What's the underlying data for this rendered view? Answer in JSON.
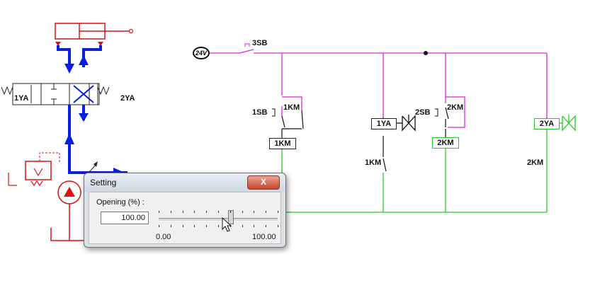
{
  "schematic": {
    "supply_label": "24V",
    "labels": {
      "sb3": "3SB",
      "sb1": "1SB",
      "km1_contact": "1KM",
      "km1_coil": "1KM",
      "ya1_coil": "1YA",
      "sb2": "2SB",
      "km2_contact": "2KM",
      "km2_coil": "2KM",
      "km1_contact_b": "1KM",
      "km2_contact_b": "2KM",
      "ya2_coil": "2YA"
    },
    "valve_labels": {
      "ya1": "1YA",
      "ya2": "2YA"
    },
    "colors": {
      "power_line": "#dd22dd",
      "return_line": "#22cc22",
      "hydraulic_flow": "#0a1ee0",
      "hydraulic_component": "#dd1111"
    }
  },
  "dialog": {
    "title": "Setting",
    "close_label": "X",
    "opening_label": "Opening (%) :",
    "value": "100.00",
    "slider_min": "0.00",
    "slider_max": "100.00"
  }
}
